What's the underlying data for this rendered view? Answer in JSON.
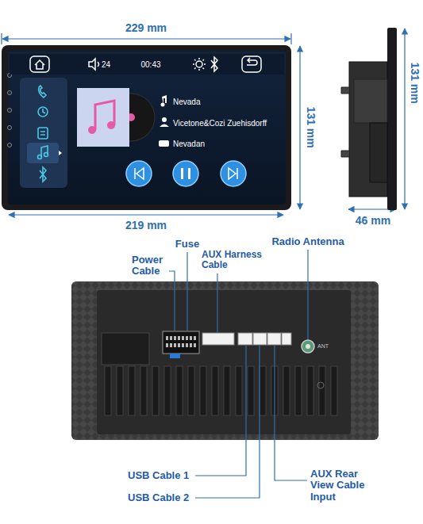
{
  "diagram": {
    "labels": [
      "229 mm",
      "24",
      "00:43",
      "Nevada",
      "Vicetone&Cozi Zuehisdorff",
      "Nevadan",
      "131 mm",
      "131 mm",
      "219 mm",
      "46 mm",
      "Fuse",
      "Power Cable",
      "AUX Harness Cable",
      "Radio Antenna",
      "ANT",
      "USB Cable 1",
      "USB Cable 2",
      "AUX Rear View Cable Input"
    ]
  }
}
